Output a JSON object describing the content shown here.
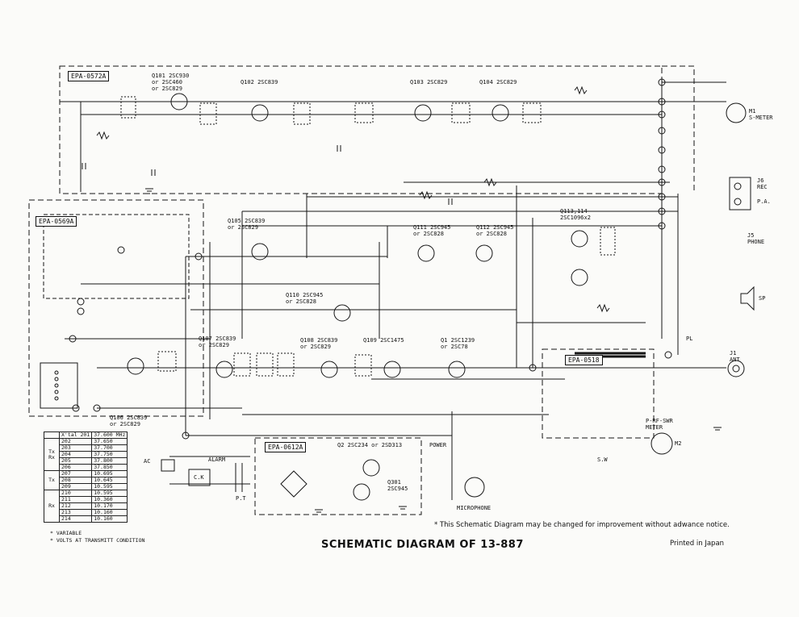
{
  "title": "SCHEMATIC DIAGRAM OF 13-887",
  "notice": "* This Schematic Diagram may be changed for improvement without adwance notice.",
  "printed": "Printed in Japan",
  "footnotes": [
    "* VARIABLE",
    "* VOLTS AT TRANSMITT CONDITION"
  ],
  "boards": {
    "epa0572": "EPA-0572A",
    "epa0569": "EPA-0569A",
    "epa0518": "EPA-0518",
    "epa0612": "EPA-0612A"
  },
  "transistors": [
    {
      "ref": "Q101",
      "text": "Q101 2SC930\nor 2SC460\nor 2SC829"
    },
    {
      "ref": "Q102",
      "text": "Q102 2SC839"
    },
    {
      "ref": "Q103",
      "text": "Q103 2SC829"
    },
    {
      "ref": "Q104",
      "text": "Q104 2SC829"
    },
    {
      "ref": "Q105",
      "text": "Q105 2SC839\nor 2SC829"
    },
    {
      "ref": "Q110",
      "text": "Q110 2SC945\nor 2SC828"
    },
    {
      "ref": "Q111",
      "text": "Q111 2SC945\nor 2SC828"
    },
    {
      "ref": "Q112",
      "text": "Q112 2SC945\nor 2SC828"
    },
    {
      "ref": "Q113",
      "text": "Q113,114\n2SC1096x2"
    },
    {
      "ref": "Q107",
      "text": "Q107 2SC839\nor 2SC829"
    },
    {
      "ref": "Q108",
      "text": "Q108 2SC839\nor 2SC829"
    },
    {
      "ref": "Q109",
      "text": "Q109 2SC1475"
    },
    {
      "ref": "Q1",
      "text": "Q1 2SC1239\nor 2SC78"
    },
    {
      "ref": "Q106",
      "text": "Q106 2SC839\nor 2SC829"
    },
    {
      "ref": "Q2",
      "text": "Q2 2SC234 or 2SD313"
    },
    {
      "ref": "Q301",
      "text": "Q301\n2SC945"
    }
  ],
  "connectors": {
    "smeter": "M1\nS-METER",
    "rec": "J6\nREC",
    "pa": "P.A.",
    "phone": "J5\nPHONE",
    "sp": "SP",
    "ant": "J1\nANT",
    "meter2": "P-RF-SWR\nMETER",
    "m2": "M2",
    "mic": "MICROPHONE",
    "ac": "AC",
    "ck": "C.K",
    "alarm": "ALARM",
    "pt": "P.T",
    "sw": "S.W",
    "power": "POWER",
    "pl": "PL"
  },
  "xtal_table": {
    "header": [
      "X'tal 201",
      "37.600 MHz"
    ],
    "groups": [
      {
        "name": "Tx\nRx",
        "rows": [
          [
            "202",
            "37.650"
          ],
          [
            "203",
            "37.700"
          ],
          [
            "204",
            "37.750"
          ],
          [
            "205",
            "37.800"
          ],
          [
            "206",
            "37.850"
          ]
        ]
      },
      {
        "name": "Tx",
        "rows": [
          [
            "207",
            "10.695"
          ],
          [
            "208",
            "10.645"
          ],
          [
            "209",
            "10.595"
          ]
        ]
      },
      {
        "name": "Rx",
        "rows": [
          [
            "210",
            "10.595"
          ],
          [
            "211",
            "10.360"
          ],
          [
            "212",
            "10.170"
          ],
          [
            "213",
            "10.160"
          ],
          [
            "214",
            "10.160"
          ]
        ]
      }
    ]
  }
}
